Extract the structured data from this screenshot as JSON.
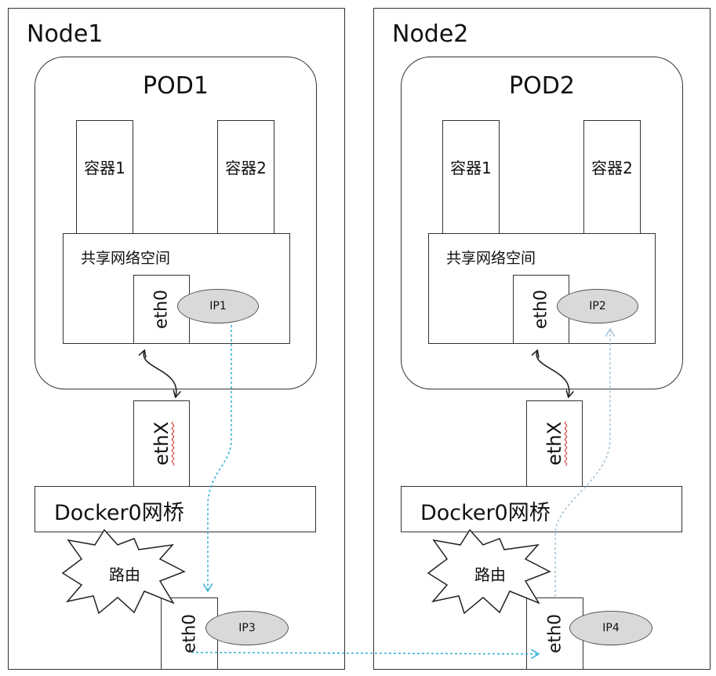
{
  "nodes": [
    {
      "title": "Node1",
      "pod": {
        "title": "POD1",
        "containers": [
          "容器1",
          "容器2"
        ],
        "shared_network": "共享网络空间",
        "eth0": "eth0",
        "ip": "IP1"
      },
      "ethx": "ethX",
      "bridge": "Docker0网桥",
      "router": "路由",
      "host_eth0": "eth0",
      "host_ip": "IP3"
    },
    {
      "title": "Node2",
      "pod": {
        "title": "POD2",
        "containers": [
          "容器1",
          "容器2"
        ],
        "shared_network": "共享网络空间",
        "eth0": "eth0",
        "ip": "IP2"
      },
      "ethx": "ethX",
      "bridge": "Docker0网桥",
      "router": "路由",
      "host_eth0": "eth0",
      "host_ip": "IP4"
    }
  ],
  "colors": {
    "border": "#333333",
    "ellipse_fill": "#d9d9d9",
    "flow_arrow_node1": "#3bb3d6",
    "flow_arrow_node2": "#a8c4d8",
    "squiggle": "#d02020"
  }
}
